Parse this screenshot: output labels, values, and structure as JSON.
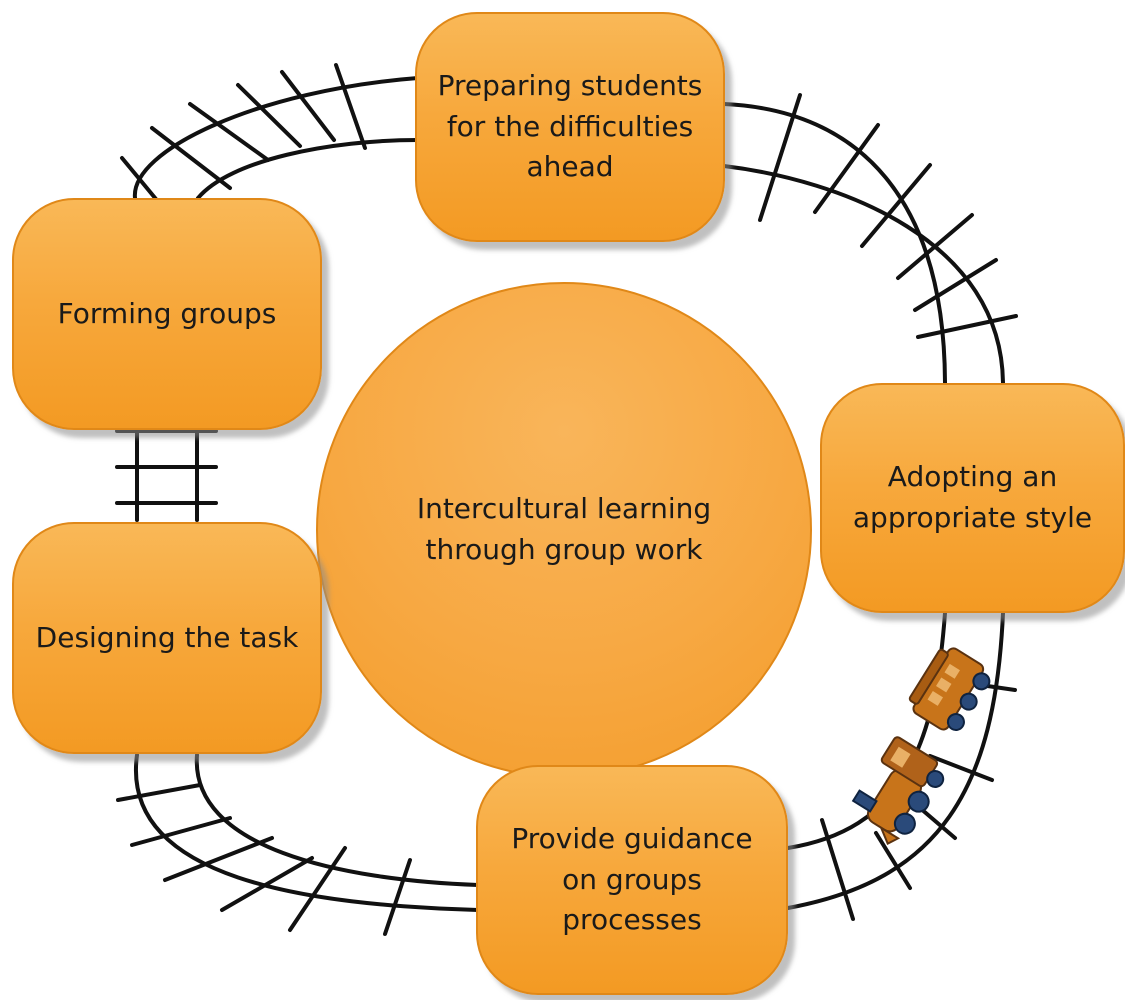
{
  "center": {
    "label": "Intercultural learning through group work"
  },
  "steps": [
    {
      "id": "preparing",
      "label": "Preparing students for the difficulties ahead"
    },
    {
      "id": "adopting",
      "label": "Adopting an appropriate style"
    },
    {
      "id": "guidance",
      "label": "Provide guidance on groups processes"
    },
    {
      "id": "designing",
      "label": "Designing the task"
    },
    {
      "id": "forming",
      "label": "Forming groups"
    }
  ],
  "colors": {
    "node_fill": "#f7a83c",
    "node_border": "#e08818",
    "track": "#111111",
    "train": "#c8741a",
    "train_wheels": "#2a4a7a"
  },
  "icons": [
    "railway-track",
    "train-icon"
  ]
}
